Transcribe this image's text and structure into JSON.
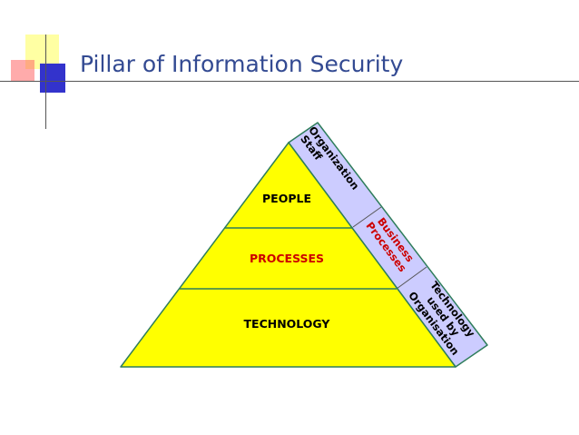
{
  "slide": {
    "title": "Pillar of Information Security"
  },
  "pyramid": {
    "levels": [
      {
        "label": "PEOPLE",
        "color": "#000000"
      },
      {
        "label": "PROCESSES",
        "color": "#cc0000"
      },
      {
        "label": "TECHNOLOGY",
        "color": "#000000"
      }
    ],
    "fill_color": "#ffff00",
    "side_fill_color": "#ccccff",
    "side_labels": [
      {
        "lines": [
          "Organization",
          "Staff"
        ],
        "color": "#000000"
      },
      {
        "lines": [
          "Business",
          "Processes"
        ],
        "color": "#cc0000"
      },
      {
        "lines": [
          "Technology",
          "used by",
          "Organisation"
        ],
        "color": "#000000"
      }
    ]
  },
  "theme": {
    "accent_blue": "#334a92",
    "deco_yellow": "#ffff99",
    "deco_blue": "#3333cc",
    "deco_pink": "#ff6666"
  }
}
